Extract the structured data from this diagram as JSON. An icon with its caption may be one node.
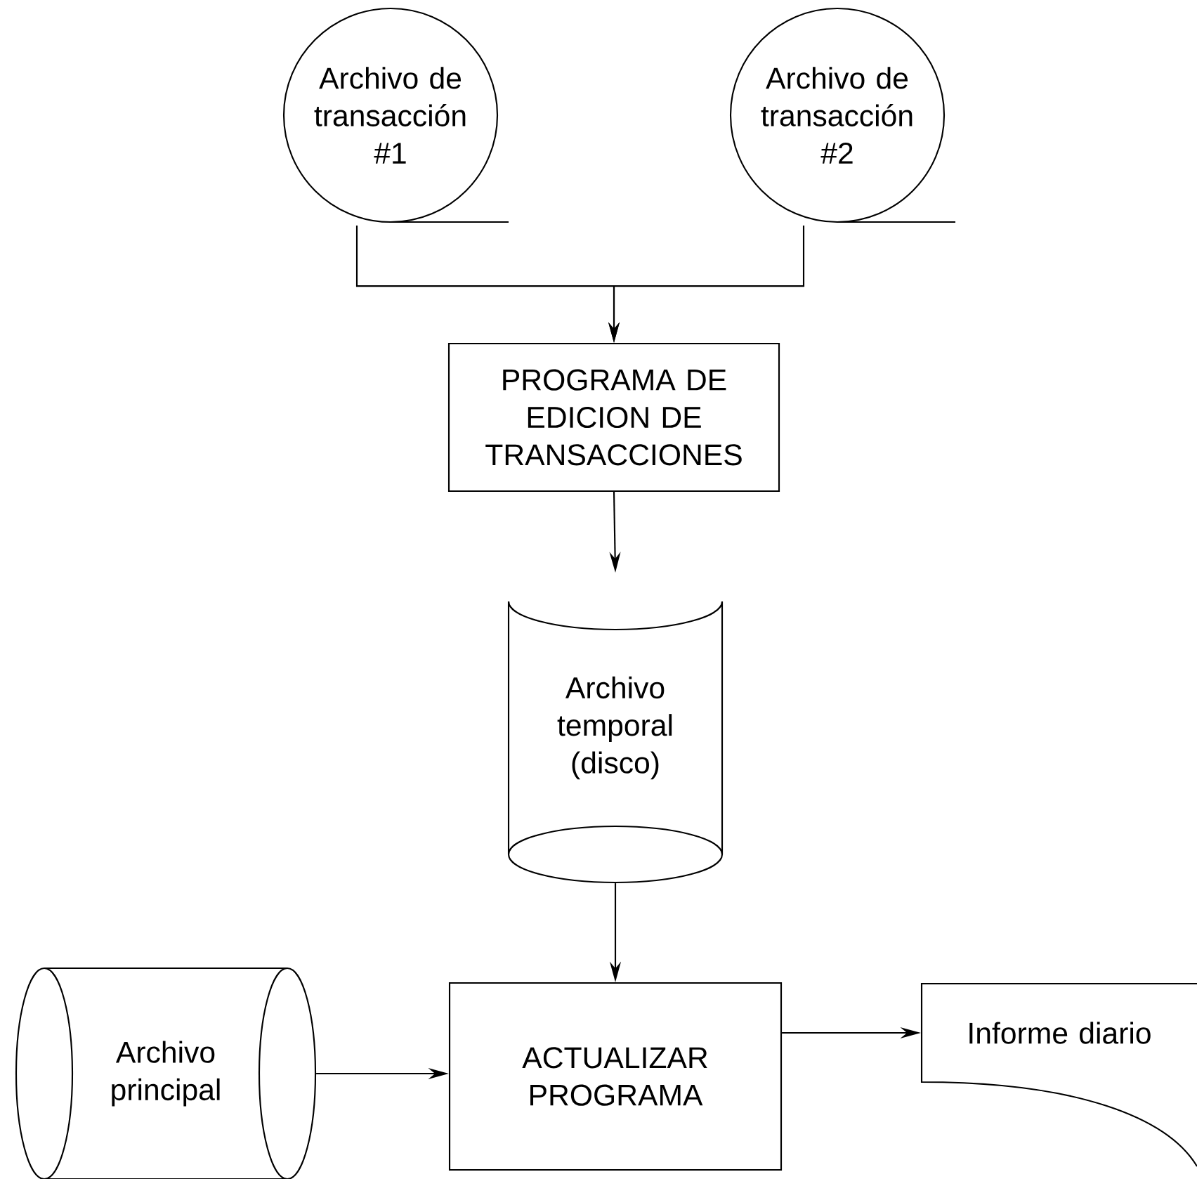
{
  "diagram": {
    "nodes": [
      {
        "text": [
          "Archivo de transacción #1"
        ]
      },
      {
        "text": [
          "Archivo de transacción #2"
        ]
      },
      {
        "text": [
          "PROGRAMA DE EDICION DE TRANSACCIONES"
        ]
      },
      {
        "text": [
          "Archivo temporal (disco)"
        ]
      },
      {
        "text": [
          "Archivo principal"
        ]
      },
      {
        "text": [
          "ACTUALIZAR PROGRAMA"
        ]
      },
      {
        "text": [
          "Informe diario"
        ]
      }
    ],
    "edges": [
      {
        "from": 0,
        "to": 2,
        "arrow": "to"
      },
      {
        "from": 1,
        "to": 2,
        "arrow": "to"
      },
      {
        "from": 2,
        "to": 3,
        "arrow": "to"
      },
      {
        "from": 3,
        "to": 5,
        "arrow": "to"
      },
      {
        "from": 4,
        "to": 5,
        "arrow": "to"
      },
      {
        "from": 5,
        "to": 6,
        "arrow": "to"
      }
    ]
  }
}
